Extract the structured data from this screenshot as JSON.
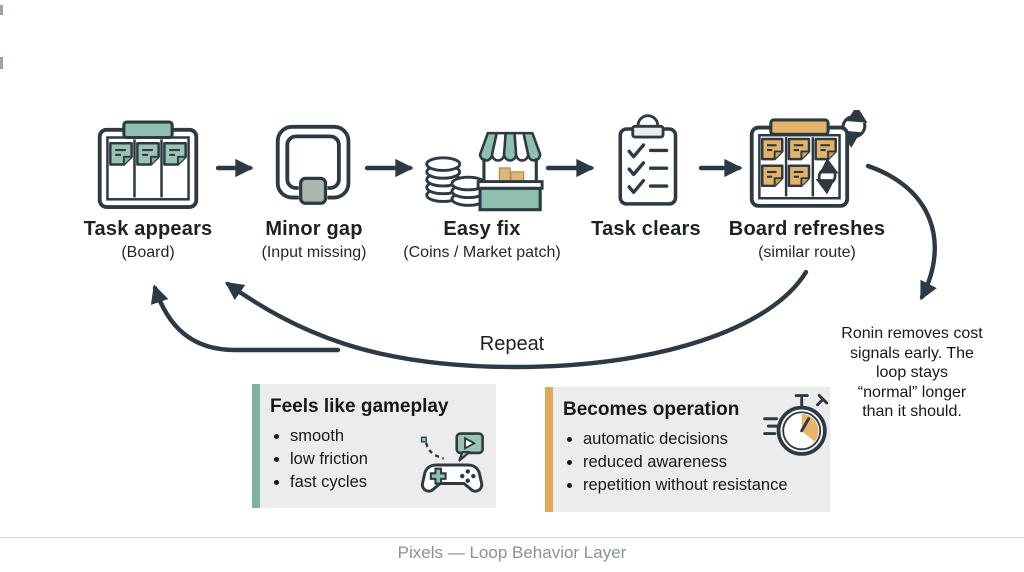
{
  "flow": {
    "stages": [
      {
        "label": "Task appears",
        "sublabel": "(Board)",
        "icon": "kanban-board-green-icon"
      },
      {
        "label": "Minor gap",
        "sublabel": "(Input missing)",
        "icon": "gap-frame-icon"
      },
      {
        "label": "Easy fix",
        "sublabel": "(Coins / Market patch)",
        "icon": "coins-market-stall-icon"
      },
      {
        "label": "Task clears",
        "sublabel": "",
        "icon": "clipboard-checklist-icon"
      },
      {
        "label": "Board refreshes",
        "sublabel": "(similar route)",
        "icon": "kanban-board-refresh-icon"
      }
    ],
    "repeat_label": "Repeat"
  },
  "note": {
    "lines": [
      "Ronin removes cost",
      "signals early. The",
      "loop stays",
      "“normal” longer",
      "than it should."
    ]
  },
  "callouts": [
    {
      "title": "Feels like gameplay",
      "bullets": [
        "smooth",
        "low friction",
        "fast cycles"
      ],
      "accent": "#7cb29e",
      "icon": "gamepad-icon"
    },
    {
      "title": "Becomes operation",
      "bullets": [
        "automatic decisions",
        "reduced awareness",
        "repetition without resistance"
      ],
      "accent": "#dfa957",
      "icon": "stopwatch-icon"
    }
  ],
  "footer": {
    "caption": "Pixels — Loop Behavior Layer"
  },
  "colors": {
    "ink": "#2e3a43",
    "green": "#8fbfae",
    "note_green": "#9cc4b2",
    "amber": "#e3b468",
    "box_bg": "#ececec",
    "caption_gray": "#8b9196"
  }
}
